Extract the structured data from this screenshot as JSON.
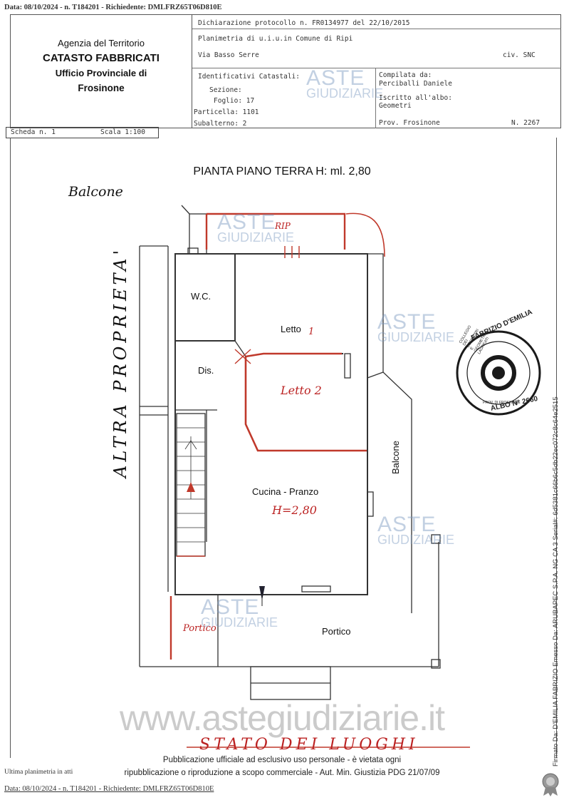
{
  "header": {
    "top_line": "Data: 08/10/2024 - n. T184201 - Richiedente: DMLFRZ65T06D810E",
    "bottom_line": "Data: 08/10/2024 - n. T184201 - Richiedente: DMLFRZ65T06D810E"
  },
  "agency": {
    "line1": "Agenzia del Territorio",
    "line2": "CATASTO FABBRICATI",
    "line3": "Ufficio Provinciale di",
    "line4": "Frosinone"
  },
  "declaration": {
    "protocol": "Dichiarazione protocollo n. FR0134977 del  22/10/2015",
    "plan": "Planimetria di u.i.u.in Comune di Ripi",
    "address": "Via Basso Serre",
    "civ": "civ. SNC"
  },
  "identifiers": {
    "title": "Identificativi Catastali:",
    "sezione": "Sezione:",
    "foglio": "Foglio: 17",
    "particella": "Particella: 1101",
    "subalterno": "Subalterno: 2"
  },
  "compiler": {
    "compilata": "Compilata da:",
    "name": "Perciballi Daniele",
    "iscritto": "Iscritto all'albo:",
    "albo": "Geometri",
    "prov": "Prov. Frosinone",
    "number": "N.  2267"
  },
  "scheda": {
    "label": "Scheda n. 1",
    "scale": "Scala 1:100"
  },
  "plan": {
    "title": "PIANTA PIANO TERRA  H: ml. 2,80",
    "rooms": {
      "wc": "W.C.",
      "letto": "Letto",
      "dis": "Dis.",
      "cucina": "Cucina - Pranzo",
      "balcone_right": "Balcone",
      "portico": "Portico"
    },
    "handwritten": {
      "balcone": "Balcone",
      "altra_proprieta": "ALTRA PROPRIETA'",
      "letto_1": "1",
      "letto_2": "Letto 2",
      "height": "H=2,80",
      "portico": "Portico",
      "rip": "RIP",
      "stato": "STATO DEI LUOGHI"
    }
  },
  "watermarks": {
    "aste": "ASTE",
    "giudiziarie": "GIUDIZIARIE",
    "web": "www.astegiudiziarie.it"
  },
  "stamp": {
    "top": "FABRIZIO D'EMILIA",
    "left": "COLLEGIO DEI GEOMETRI E GEOMETRI LAUREATI",
    "bottom": "ALBO N° 2660",
    "prov": "PROV. DI FROSINONE"
  },
  "footer": {
    "ultima": "Ultima planimetria in atti",
    "publication_1": "Pubblicazione ufficiale ad esclusivo uso personale - è vietata ogni",
    "publication_2": "ripubblicazione o riproduzione a scopo commerciale - Aut. Min. Giustizia PDG 21/07/09",
    "signature": "Firmato Da: D'EMILIA FABRIZIO Emesso Da: ARUBAPEC S.P.A. NG CA 3 Serial#: 6d5381c66b6c5db22ec072c8c64e2515"
  },
  "colors": {
    "red_annotation": "#c0392b",
    "watermark": "#7896be",
    "stamp_ink": "#1a1a1a"
  }
}
